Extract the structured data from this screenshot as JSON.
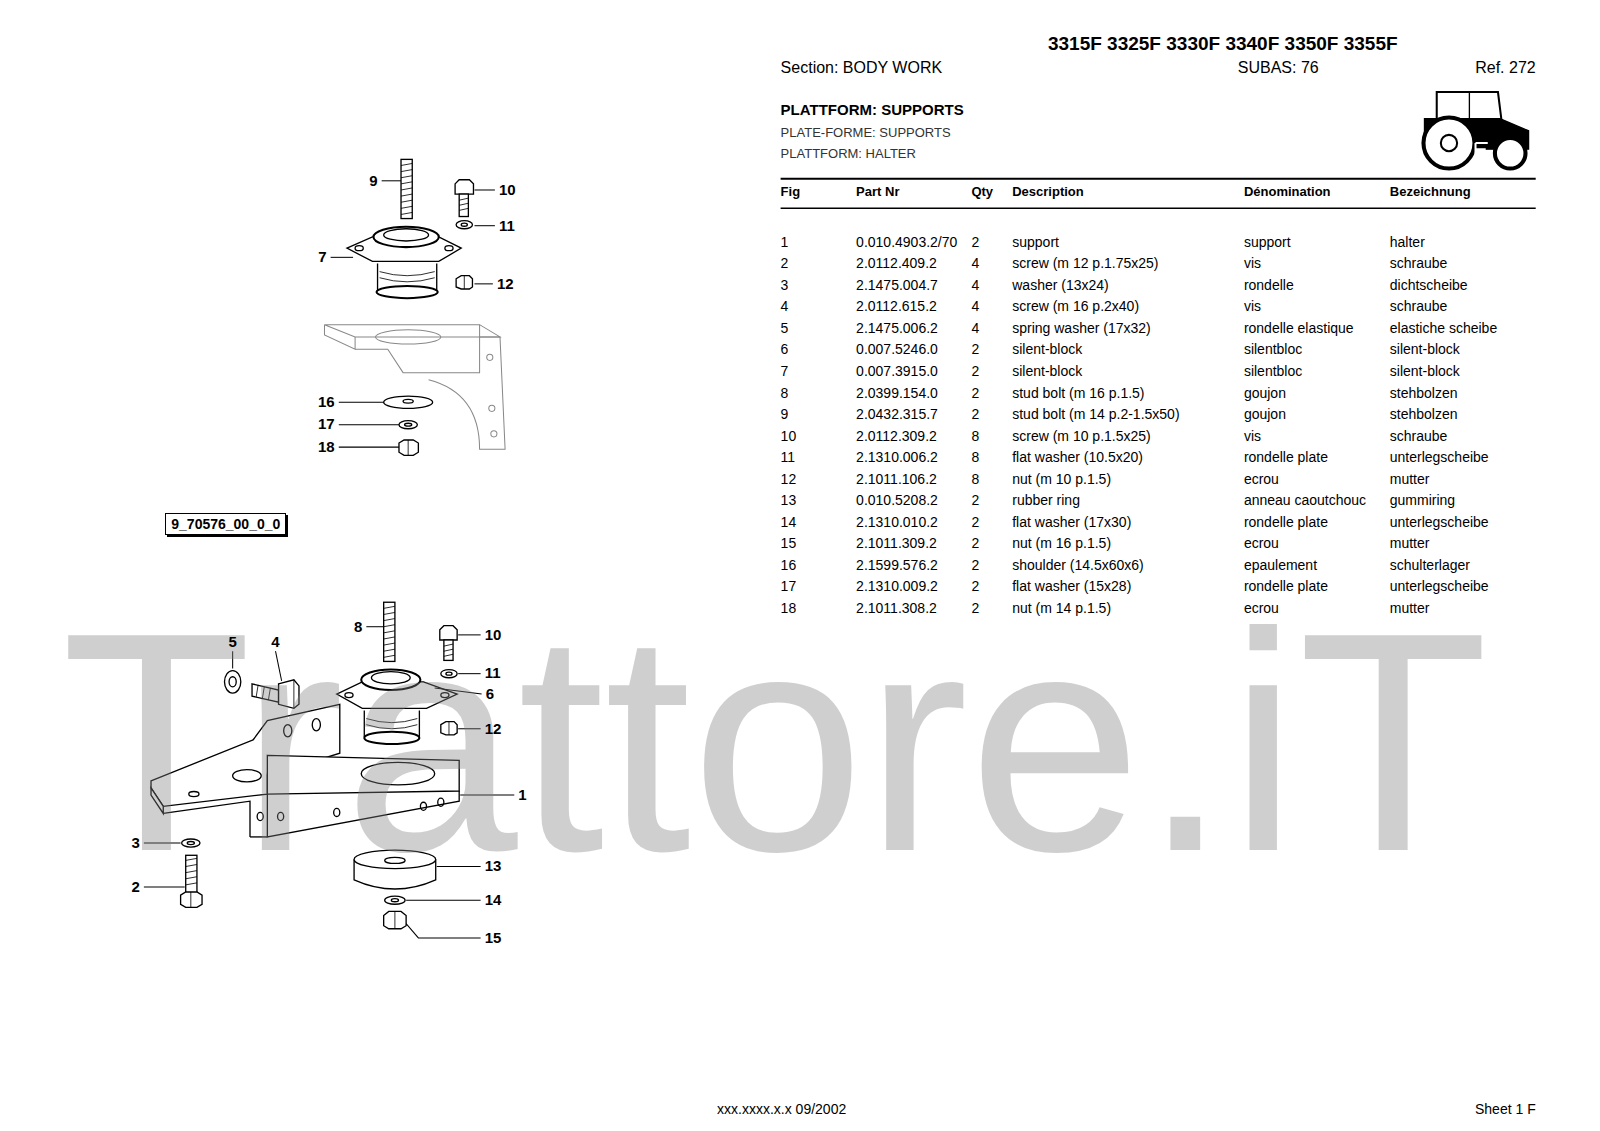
{
  "diagram": {
    "title": "PLATTFORM: SUPPORTS",
    "nodes": [
      {
        "text": [
          "9_70576_00_0_0"
        ]
      }
    ],
    "labels": [
      "3315F 3325F 3330F 3340F 3350F 3355F",
      "Section: BODY WORK",
      "SUBAS: 76",
      "Ref. 272",
      "PLATE-FORME: SUPPORTS",
      "PLATTFORM: HALTER",
      "Fig",
      "Part Nr",
      "Qty",
      "Description",
      "Dénomination",
      "Bezeichnung",
      "1",
      "0.010.4903.2/70",
      "2",
      "support",
      "support",
      "halter",
      "2",
      "2.0112.409.2",
      "4",
      "screw (m 12 p.1.75x25)",
      "vis",
      "schraube",
      "3",
      "2.1475.004.7",
      "4",
      "washer (13x24)",
      "rondelle",
      "dichtscheibe",
      "4",
      "2.0112.615.2",
      "4",
      "screw (m 16 p.2x40)",
      "vis",
      "schraube",
      "5",
      "2.1475.006.2",
      "4",
      "spring washer (17x32)",
      "rondelle elastique",
      "elastiche scheibe",
      "6",
      "0.007.5246.0",
      "2",
      "silent-block",
      "silentbloc",
      "silent-block",
      "7",
      "0.007.3915.0",
      "2",
      "silent-block",
      "silentbloc",
      "silent-block",
      "8",
      "2.0399.154.0",
      "2",
      "stud bolt (m 16 p.1.5)",
      "goujon",
      "stehbolzen",
      "9",
      "2.0432.315.7",
      "2",
      "stud bolt (m 14 p.2-1.5x50)",
      "goujon",
      "stehbolzen",
      "10",
      "2.0112.309.2",
      "8",
      "screw (m 10 p.1.5x25)",
      "vis",
      "schraube",
      "11",
      "2.1310.006.2",
      "8",
      "flat washer (10.5x20)",
      "rondelle plate",
      "unterlegscheibe",
      "12",
      "2.1011.106.2",
      "8",
      "nut (m 10 p.1.5)",
      "ecrou",
      "mutter",
      "13",
      "0.010.5208.2",
      "2",
      "rubber ring",
      "anneau caoutchouc",
      "gummiring",
      "14",
      "2.1310.010.2",
      "2",
      "flat washer (17x30)",
      "rondelle plate",
      "unterlegscheibe",
      "15",
      "2.1011.309.2",
      "2",
      "nut (m 16 p.1.5)",
      "ecrou",
      "mutter",
      "16",
      "2.1599.576.2",
      "2",
      "shoulder (14.5x60x6)",
      "epaulement",
      "schulterlager",
      "17",
      "2.1310.009.2",
      "2",
      "flat washer (15x28)",
      "rondelle plate",
      "unterlegscheibe",
      "18",
      "2.1011.308.2",
      "2",
      "nut (m 14 p.1.5)",
      "ecrou",
      "mutter",
      "9",
      "10",
      "11",
      "7",
      "12",
      "16",
      "17",
      "18",
      "8",
      "10",
      "5",
      "4",
      "11",
      "6",
      "12",
      "1",
      "3",
      "13",
      "2",
      "14",
      "15",
      "Trattore.iT",
      "xxx.xxxx.x.x 09/2002",
      "Sheet 1 F"
    ]
  }
}
